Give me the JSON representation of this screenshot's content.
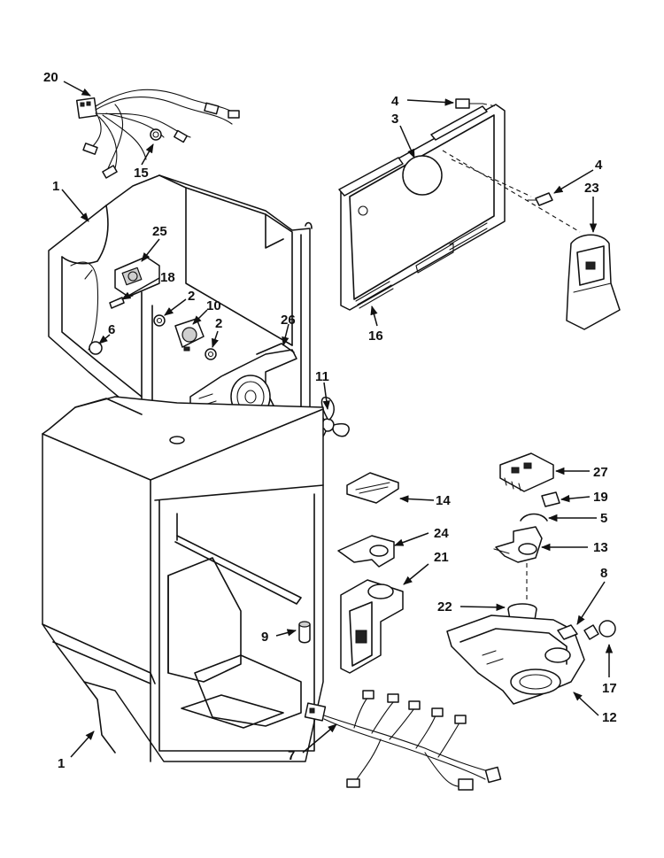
{
  "callouts": [
    {
      "id": "c20",
      "label": "20"
    },
    {
      "id": "c15",
      "label": "15"
    },
    {
      "id": "c1a",
      "label": "1"
    },
    {
      "id": "c25",
      "label": "25"
    },
    {
      "id": "c18",
      "label": "18"
    },
    {
      "id": "c2a",
      "label": "2"
    },
    {
      "id": "c10",
      "label": "10"
    },
    {
      "id": "c2b",
      "label": "2"
    },
    {
      "id": "c6",
      "label": "6"
    },
    {
      "id": "c26",
      "label": "26"
    },
    {
      "id": "c11",
      "label": "11"
    },
    {
      "id": "c4a",
      "label": "4"
    },
    {
      "id": "c3",
      "label": "3"
    },
    {
      "id": "c4b",
      "label": "4"
    },
    {
      "id": "c23",
      "label": "23"
    },
    {
      "id": "c16",
      "label": "16"
    },
    {
      "id": "c27",
      "label": "27"
    },
    {
      "id": "c14",
      "label": "14"
    },
    {
      "id": "c19",
      "label": "19"
    },
    {
      "id": "c5",
      "label": "5"
    },
    {
      "id": "c24",
      "label": "24"
    },
    {
      "id": "c13",
      "label": "13"
    },
    {
      "id": "c21",
      "label": "21"
    },
    {
      "id": "c8",
      "label": "8"
    },
    {
      "id": "c22",
      "label": "22"
    },
    {
      "id": "c9",
      "label": "9"
    },
    {
      "id": "c17",
      "label": "17"
    },
    {
      "id": "c12",
      "label": "12"
    },
    {
      "id": "c7",
      "label": "7"
    },
    {
      "id": "c1b",
      "label": "1"
    }
  ]
}
